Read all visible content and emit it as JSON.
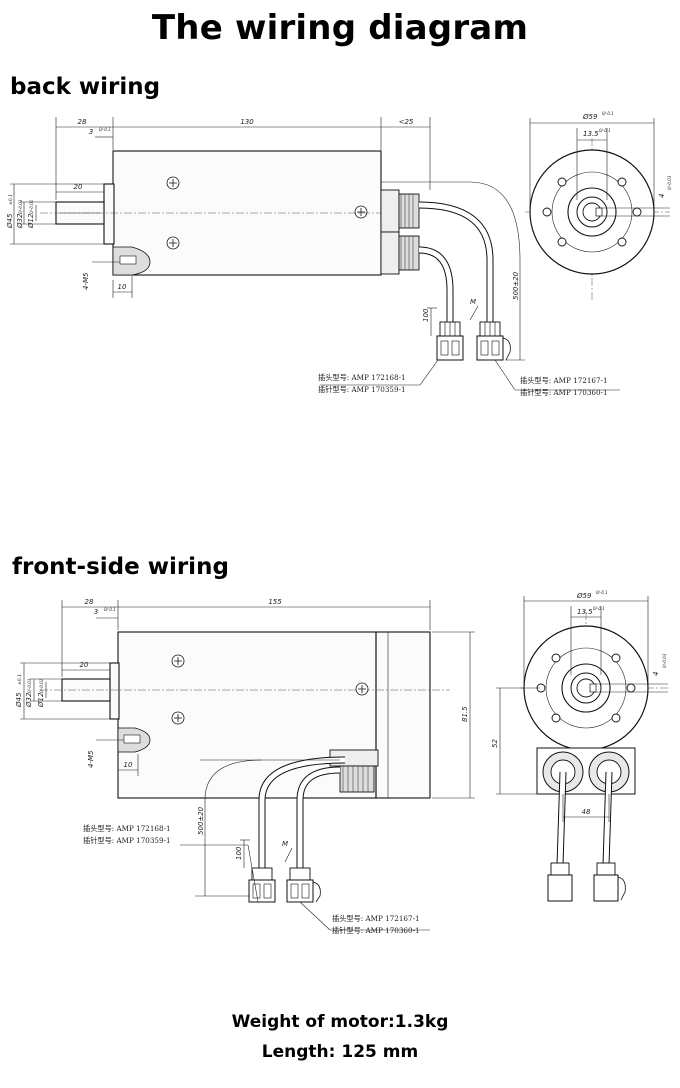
{
  "page": {
    "title": "The wiring diagram",
    "footer": {
      "weight": "Weight of motor:1.3kg",
      "length": "Length: 125 mm"
    }
  },
  "back": {
    "heading": "back wiring",
    "dims": {
      "d28": "28",
      "d3": "3",
      "d3_tol": "0/-0.1",
      "d130": "130",
      "d25": "<25",
      "d20": "20",
      "d10": "10",
      "m5": "4-M5",
      "dia45": "Ø45",
      "dia45_tol": "±0.1",
      "dia32": "Ø32",
      "dia32_tol": "0/-0.03",
      "dia12": "Ø12",
      "dia12_tol": "0/-0.01",
      "d100": "100",
      "dM": "M",
      "d500": "500±20",
      "dia59": "Ø59",
      "dia59_tol": "0/-0.1",
      "d13_5": "13.5",
      "d13_5_tol": "0/-0.1",
      "d4": "4",
      "d4_tol": "0/-0.03"
    },
    "labels": {
      "left_l1": "插头型号: AMP 172168-1",
      "left_l2": "插针型号: AMP 170359-1",
      "right_l1": "插头型号: AMP 172167-1",
      "right_l2": "插针型号: AMP 170360-1"
    }
  },
  "front": {
    "heading": "front-side wiring",
    "dims": {
      "d28": "28",
      "d3": "3",
      "d3_tol": "0/-0.1",
      "d155": "155",
      "d20": "20",
      "d10": "10",
      "m5": "4-M5",
      "dia45": "Ø45",
      "dia45_tol": "±0.1",
      "dia32": "Ø32",
      "dia32_tol": "0/-0.03",
      "dia12": "Ø12",
      "dia12_tol": "0/-0.01",
      "d81_5": "81.5",
      "d500": "500±20",
      "d100": "100",
      "dM": "M",
      "dia59": "Ø59",
      "dia59_tol": "0/-0.1",
      "d13_5": "13.5",
      "d13_5_tol": "0/-0.1",
      "d4": "4",
      "d4_tol": "0/-0.03",
      "d52": "52",
      "d48": "48"
    },
    "labels": {
      "left_l1": "插头型号: AMP 172168-1",
      "left_l2": "插针型号: AMP 170359-1",
      "right_l1": "插头型号: AMP 172167-1",
      "right_l2": "插针型号: AMP 170360-1"
    }
  }
}
